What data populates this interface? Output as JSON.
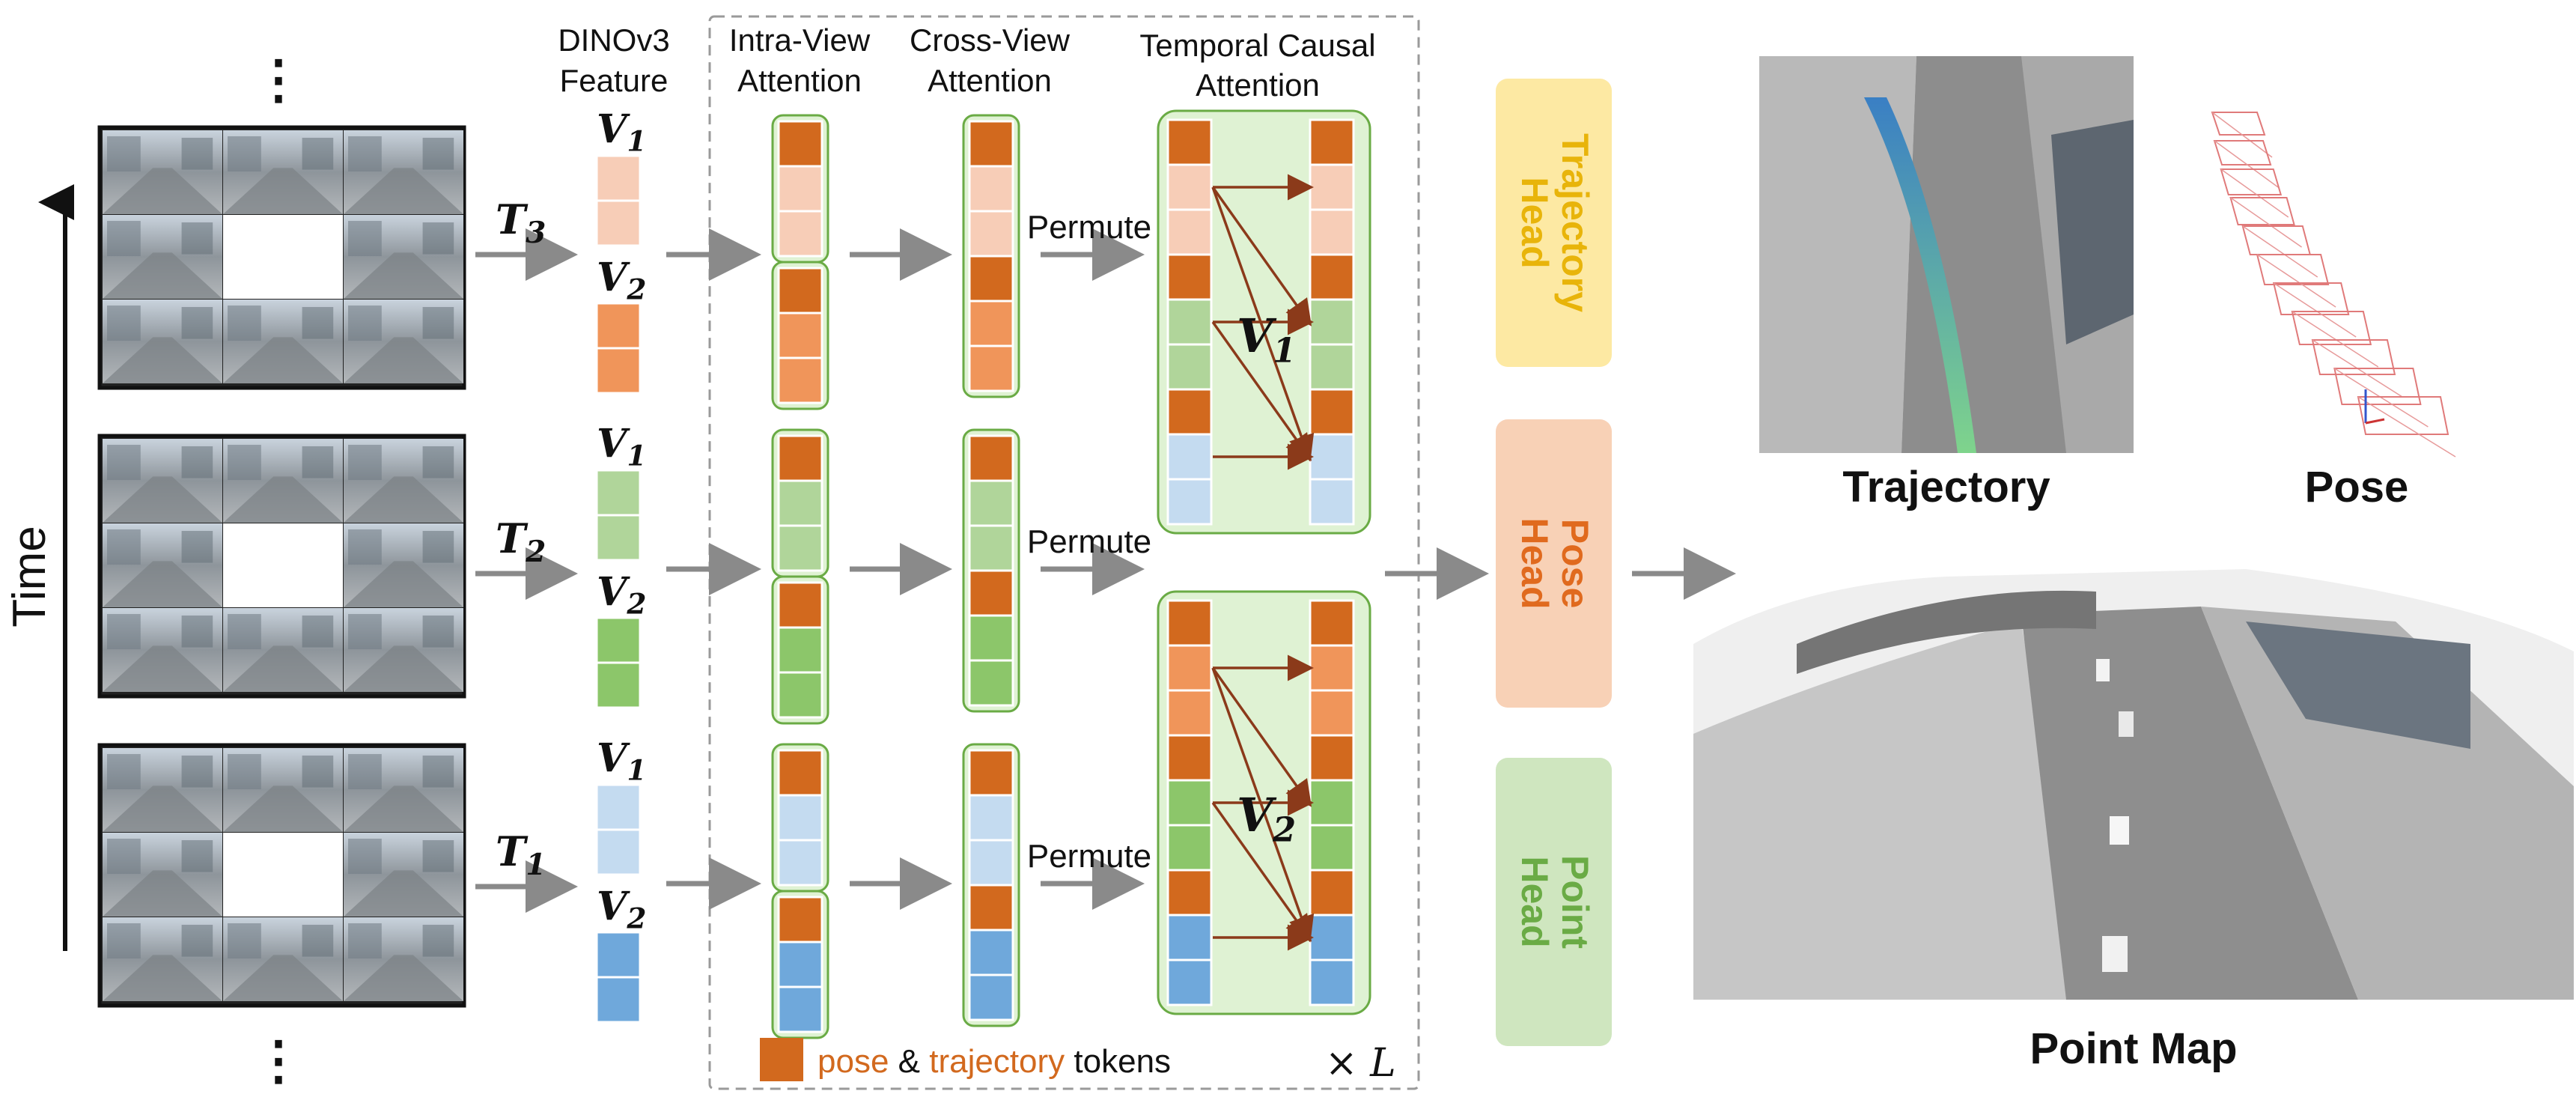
{
  "time_label": "Time",
  "ellipsis": "⋮",
  "frames": [
    {
      "t_label": "T3"
    },
    {
      "t_label": "T2"
    },
    {
      "t_label": "T1"
    }
  ],
  "headers": {
    "dino": [
      "DINOv3",
      "Feature"
    ],
    "intra": [
      "Intra-View",
      "Attention"
    ],
    "cross": [
      "Cross-View",
      "Attention"
    ],
    "temporal": [
      "Temporal Causal",
      "Attention"
    ]
  },
  "view_labels": {
    "v1_main": "V",
    "v1_sub": "1",
    "v2_main": "V",
    "v2_sub": "2"
  },
  "permute_label": "Permute",
  "legend": {
    "pose": "pose",
    "amp": " & ",
    "trajectory": "trajectory",
    "tokens": " tokens",
    "times_l": "× L"
  },
  "heads": [
    {
      "lines": [
        "Trajectory",
        "Head"
      ],
      "color": "#e8b40a",
      "bg": "#fde9a3"
    },
    {
      "lines": [
        "Pose",
        "Head"
      ],
      "color": "#e06a1e",
      "bg": "#f8d1b6"
    },
    {
      "lines": [
        "Point",
        "Head"
      ],
      "color": "#6aab45",
      "bg": "#cfe6bf"
    }
  ],
  "outputs": {
    "trajectory": "Trajectory",
    "pose": "Pose",
    "point_map": "Point Map"
  },
  "colors": {
    "pose_token": "#d2691e",
    "t3_v1": "#f7cdb7",
    "t3_v2": "#f0955a",
    "t2_v1": "#b0d59a",
    "t2_v2": "#8cc66a",
    "t1_v1": "#c4dbf0",
    "t1_v2": "#6fa8db",
    "group_bg": "#dff2d3",
    "group_border": "#6aab45",
    "arrow": "#8a8a8a",
    "causal_arrow": "#8b3a1a"
  }
}
